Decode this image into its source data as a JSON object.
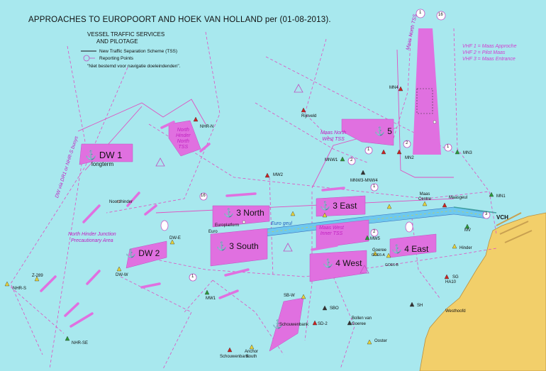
{
  "header": {
    "title": "APPROACHES TO EUROPOORT AND HOEK VAN HOLLAND per (01-08-2013).",
    "service_line1": "VESSEL TRAFFIC SERVICES",
    "service_line2": "AND PILOTAGE"
  },
  "legend": {
    "tss": "New Traffic Separation Scheme (TSS)",
    "reporting": "Reporting Points",
    "disclaimer": "\"Niet bestemd voor navigatie doeleindenden\"."
  },
  "vhf": [
    "VHF 1 = Maas Approche",
    "VHF 2 = Pilot Maas",
    "VHF 3 = Maas Entrance"
  ],
  "anchorages": {
    "dw1": "DW 1",
    "dw1_sub": "longterm",
    "dw2": "DW 2",
    "a3north": "3 North",
    "a3south": "3 South",
    "a3east": "3 East",
    "a4west": "4 West",
    "a4east": "4 East",
    "a5": "5",
    "anchor_symbol": "⚓"
  },
  "areas": {
    "north_hinder_tss": [
      "North",
      "Hinder",
      "North",
      "TSS"
    ],
    "maas_north_west_tss": [
      "Maas North",
      "West TSS"
    ],
    "maas_west_inner_tss": [
      "Maas West",
      "Inner TSS"
    ],
    "maas_north_tss": "Maas North TSS",
    "north_hinder_junction": [
      "North Hinder Junction",
      "Precautionary Area"
    ],
    "dw_route": "DW via DR1 or NHR-S buoys",
    "euro_geul": "Euro geul"
  },
  "buoys": {
    "nhr_n": "NHR-N",
    "rijnveld": "Rijnveld",
    "mn4": "MN4",
    "mn2": "MN2",
    "mn3": "MN3",
    "mnw1": "MNW1",
    "mnw3_mnw4": "MNW3-MNW4",
    "mw2": "MW2",
    "mn1": "MN1",
    "maas_centre": [
      "Maas",
      "Centre"
    ],
    "maasgeul": "Maasgeul",
    "noordhinder": "Noordhinder",
    "europlatform": "Europlatform",
    "euro": "Euro",
    "dw_e": "DW-E",
    "dw_w": "DW-W",
    "z289": "Z-289",
    "nhr_s": "NHR-S",
    "nhr_se": "NHR-SE",
    "mw1": "MW1",
    "mw5": "MW5",
    "goeree": "Goeree",
    "mv": "MV",
    "hinder": "Hinder",
    "sg": "SG",
    "ha10": "HA10",
    "sh": "SH",
    "westhoofd": "Westhoofd",
    "sbw": "SB-W",
    "sbo": "SBO",
    "sd2": "SD-2",
    "schouwenbank": "Schouwenbank",
    "schouwenbank_bottom": "Schouwenbank",
    "bollen": [
      "Bollen van",
      "Goeree"
    ],
    "ooster": "Ooster",
    "anchor_south": [
      "Anchor",
      "South"
    ],
    "vch": "VCH",
    "goe_a": "GOE6-A",
    "goe_b": "GOE6-B"
  },
  "reporting_points": [
    "1",
    "16",
    "2",
    "2",
    "1",
    "1",
    "2",
    "16",
    "1",
    "3",
    "1"
  ],
  "colors": {
    "sea": "#a8e8ee",
    "land": "#f2cf6a",
    "anchorage": "#e070e0",
    "tss": "#e060e0",
    "boundary": "#e050c0",
    "arrow": "#e070e0"
  }
}
